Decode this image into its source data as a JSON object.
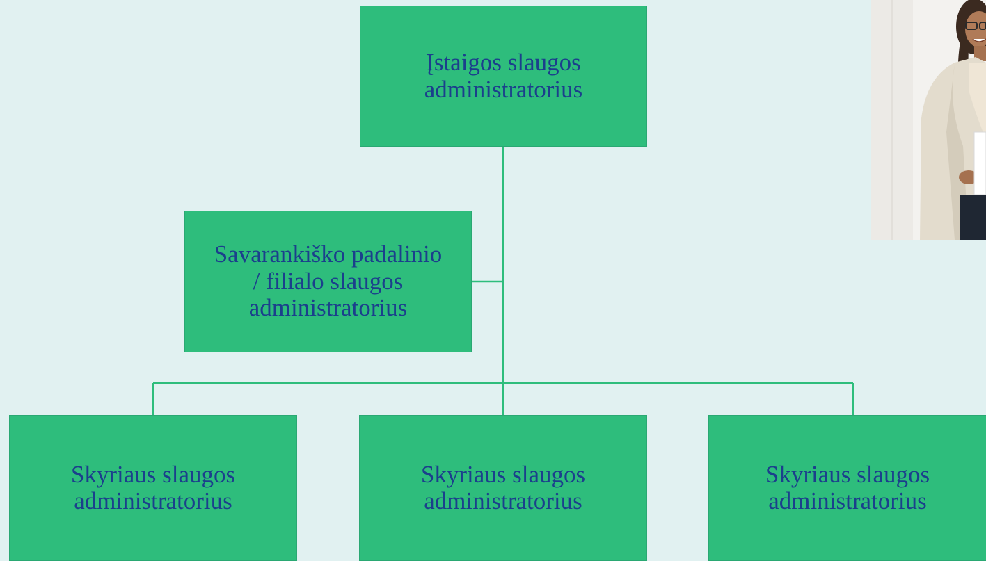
{
  "diagram": {
    "root": {
      "lines": [
        "Įstaigos slaugos",
        "administratorius"
      ]
    },
    "assistant": {
      "lines": [
        "Savarankiško padalinio",
        "/ filialo slaugos",
        "administratorius"
      ]
    },
    "children": [
      {
        "lines": [
          "Skyriaus slaugos",
          "administratorius"
        ]
      },
      {
        "lines": [
          "Skyriaus slaugos",
          "administratorius"
        ]
      },
      {
        "lines": [
          "Skyriaus slaugos",
          "administratorius"
        ]
      }
    ]
  },
  "colors": {
    "background": "#e1f1f1",
    "box_fill": "#2ebd7c",
    "box_text": "#1b3f8c",
    "connector": "#2ebd7c"
  },
  "photo": {
    "subject": "businesswoman-photo"
  }
}
